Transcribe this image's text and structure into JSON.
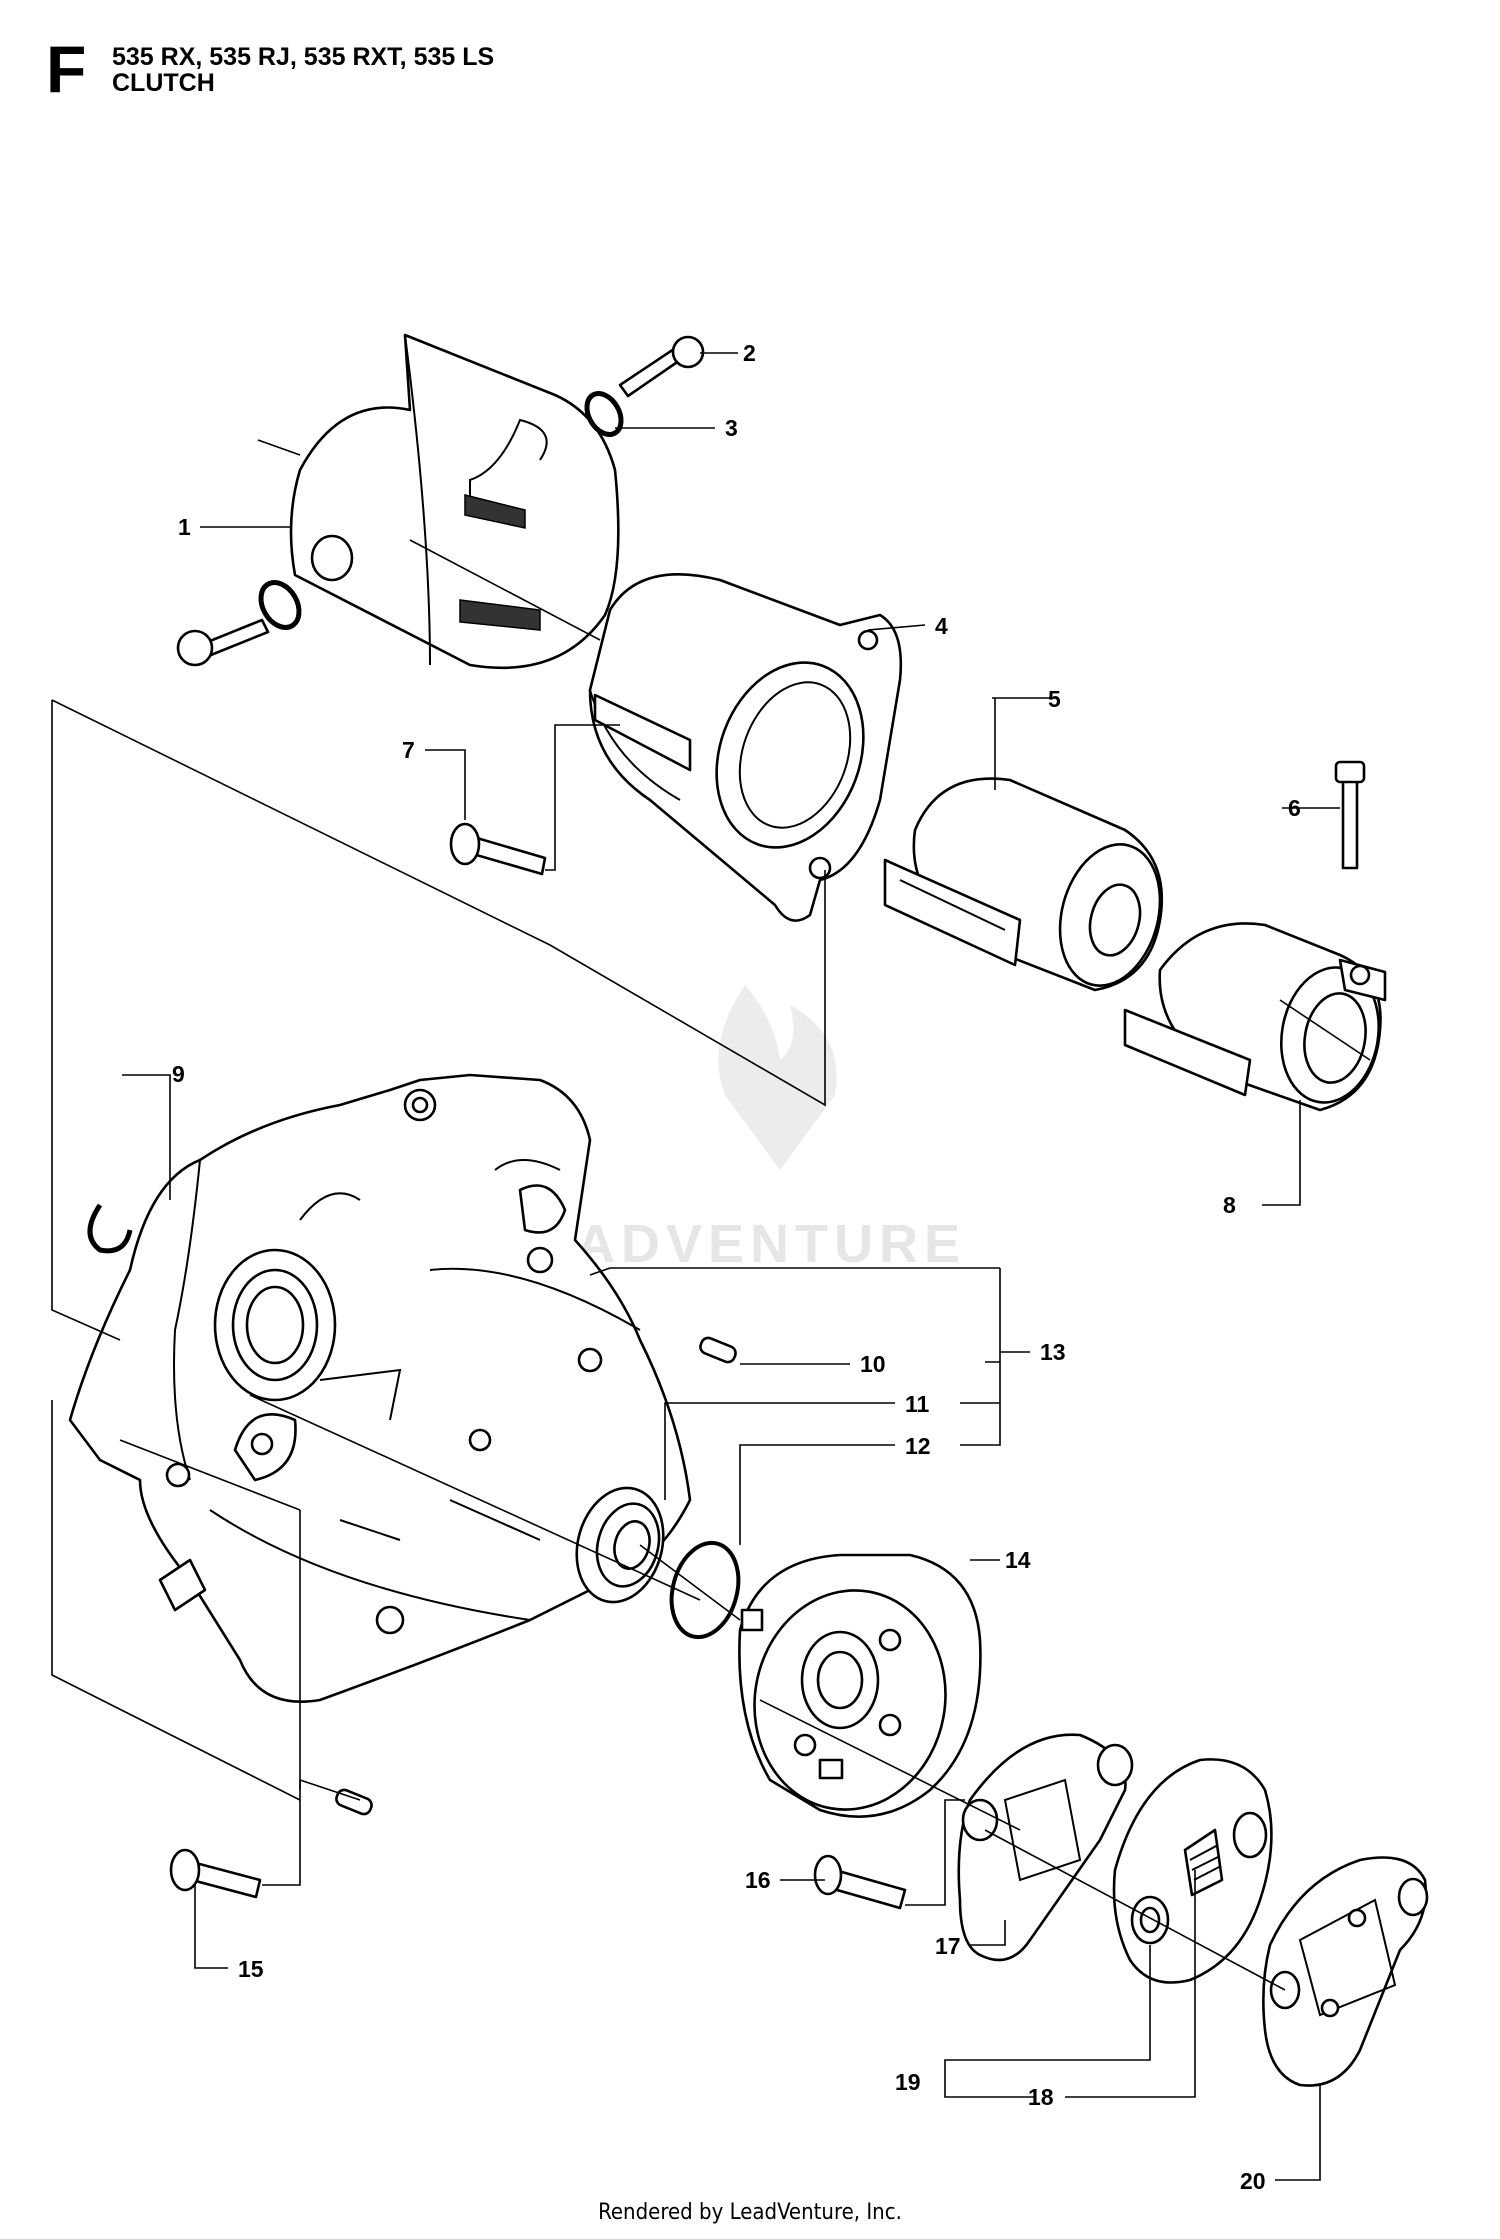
{
  "header": {
    "section_letter": "F",
    "models": "535 RX, 535 RJ, 535 RXT, 535 LS",
    "title": "CLUTCH"
  },
  "watermark": "LEADVENTURE",
  "footer": "Rendered by LeadVenture, Inc.",
  "callouts": [
    "1",
    "2",
    "3",
    "4",
    "5",
    "6",
    "7",
    "8",
    "9",
    "10",
    "11",
    "12",
    "13",
    "14",
    "15",
    "16",
    "17",
    "18",
    "19",
    "20"
  ]
}
